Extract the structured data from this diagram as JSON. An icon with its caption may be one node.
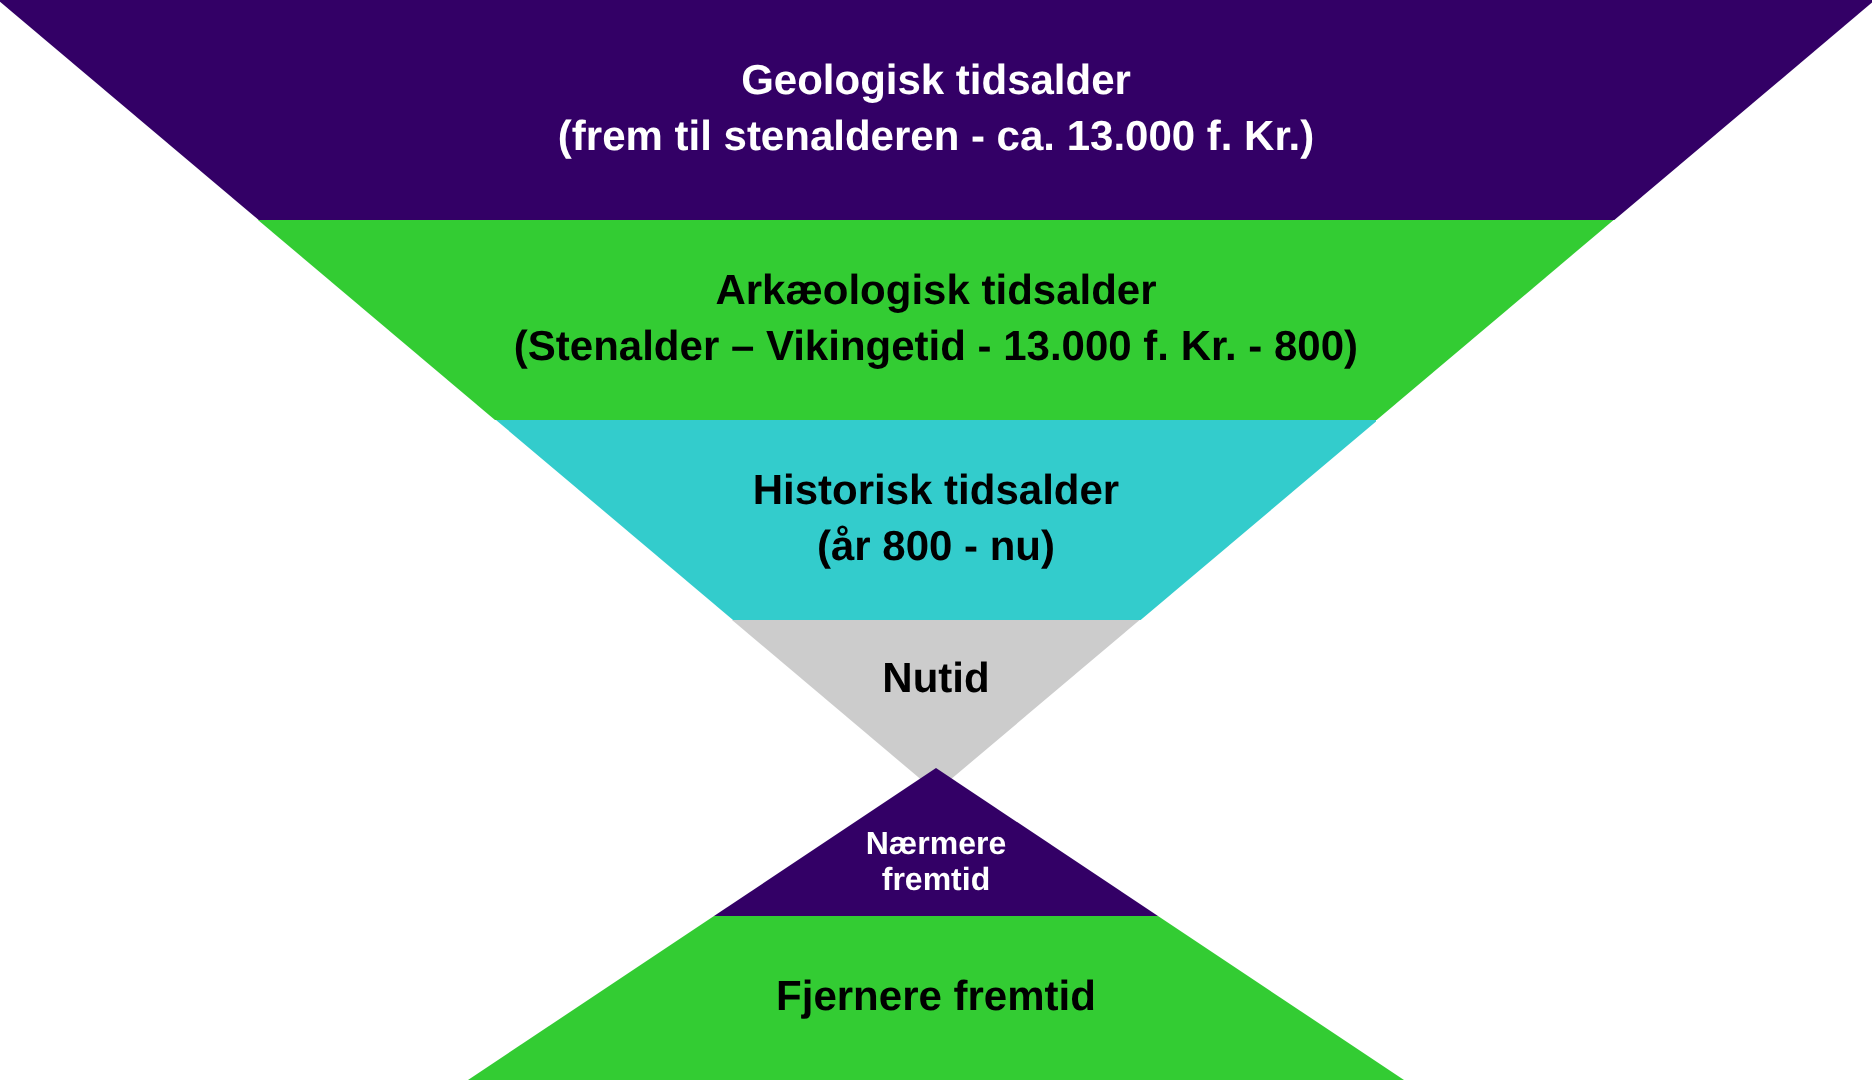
{
  "diagram": {
    "nodes": [
      {
        "text": [
          "Geologisk tidsalder",
          "(frem til stenalderen - ca. 13.000 f. Kr.)"
        ]
      },
      {
        "text": [
          "Arkæologisk tidsalder",
          "(Stenalder – Vikingetid - 13.000 f. Kr. - 800)"
        ]
      },
      {
        "text": [
          "Historisk tidsalder",
          "(år 800 - nu)"
        ]
      },
      {
        "text": [
          "Nutid"
        ]
      },
      {
        "text": [
          "Nærmere fremtid"
        ]
      },
      {
        "text": [
          "Fjernere fremtid"
        ]
      }
    ]
  }
}
